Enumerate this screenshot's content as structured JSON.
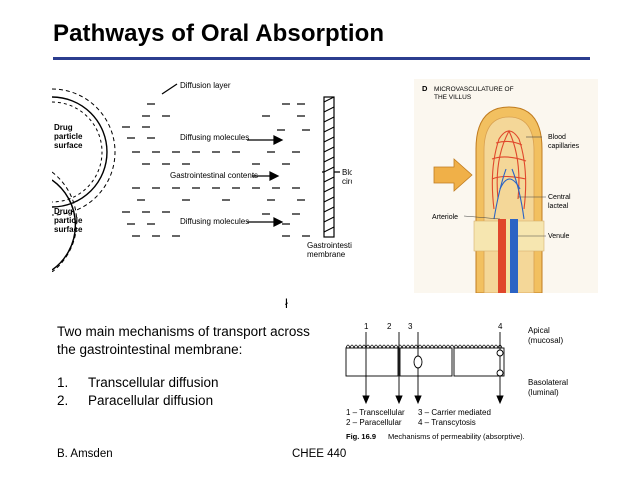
{
  "title": "Pathways of Oral Absorption",
  "colors": {
    "rule": "#2b3d8f",
    "vessel_red": "#e0472b",
    "vessel_blue": "#2b63c4",
    "villus_orange": "#f0b048",
    "lymph_yellow": "#f3e3a2"
  },
  "figure_diffusion": {
    "label_diffusion_layer": "Diffusion layer",
    "label_drug_surface_top": [
      "Drug",
      "particle",
      "surface"
    ],
    "label_drug_surface_bottom": [
      "Drug",
      "particle",
      "surface"
    ],
    "label_diffusing_top": "Diffusing molecules",
    "label_gi_contents": "Gastrointestinal contents",
    "label_diffusing_bottom": "Diffusing molecules",
    "label_blood": [
      "Blood",
      "circulation"
    ],
    "label_gi_membrane": [
      "Gastrointestinal",
      "membrane"
    ]
  },
  "figure_villus": {
    "panel_letter": "D",
    "heading": [
      "MICROVASCULATURE OF",
      "THE VILLUS"
    ],
    "label_capillaries": [
      "Blood",
      "capillaries"
    ],
    "label_lacteal": [
      "Central",
      "lacteal"
    ],
    "label_arteriole": "Arteriole",
    "label_venule": "Venule"
  },
  "stray_mark": "ł",
  "body": {
    "lines": [
      "Two main mechanisms of transport across",
      "the gastrointestinal membrane:"
    ],
    "list": [
      {
        "num": "1.",
        "text": "Transcellular diffusion"
      },
      {
        "num": "2.",
        "text": "Paracellular diffusion"
      }
    ]
  },
  "figure_permeability": {
    "numbers": [
      "1",
      "2",
      "3",
      "4"
    ],
    "label_apical": [
      "Apical",
      "(mucosal)"
    ],
    "label_basolateral": [
      "Basolateral",
      "(luminal)"
    ],
    "legend": [
      "1 – Transcellular",
      "3 – Carrier mediated",
      "2 – Paracellular",
      "4 – Transcytosis"
    ],
    "caption_bold": "Fig. 16.9",
    "caption_text": "Mechanisms of permeability (absorptive)."
  },
  "footer": {
    "author": "B. Amsden",
    "course": "CHEE 440"
  }
}
